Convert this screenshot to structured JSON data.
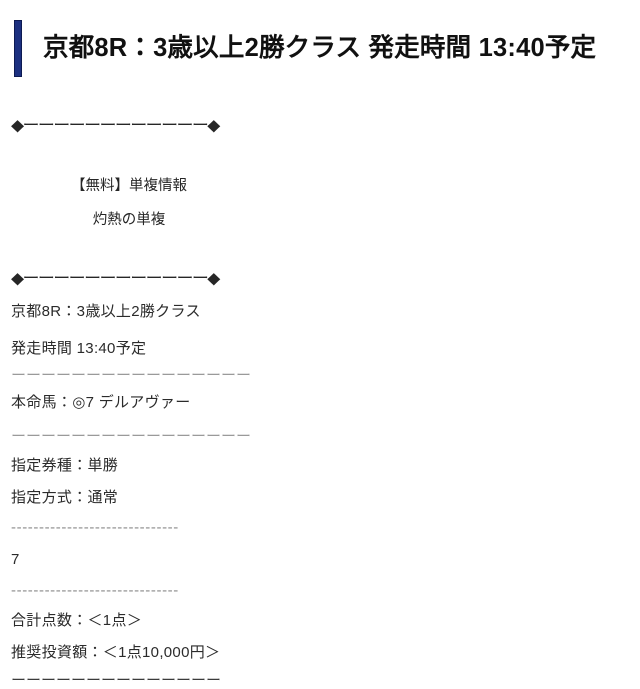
{
  "header": {
    "title": "京都8R：3歳以上2勝クラス 発走時間 13:40予定",
    "accent_color": "#1c3080"
  },
  "dividers": {
    "diamond_rule": "◆ーーーーーーーーーーーー◆",
    "long_dash_rule": "ーーーーーーーーーーーーーーーー",
    "hyphen_rule": "------------------------------",
    "dark_dash_rule": "ーーーーーーーーーーーーーー"
  },
  "promo": {
    "label_free": "【無料】単複情報",
    "label_title": "灼熱の単複"
  },
  "race": {
    "name": "京都8R：3歳以上2勝クラス",
    "post_time": "発走時間 13:40予定"
  },
  "pick": {
    "honmei": "本命馬：◎7 デルアヴァー"
  },
  "bet": {
    "ticket_type": "指定券種：単勝",
    "method": "指定方式：通常",
    "horse_number": "7",
    "total_points": "合計点数：＜1点＞",
    "recommended_investment": "推奨投資額：＜1点10,000円＞"
  }
}
